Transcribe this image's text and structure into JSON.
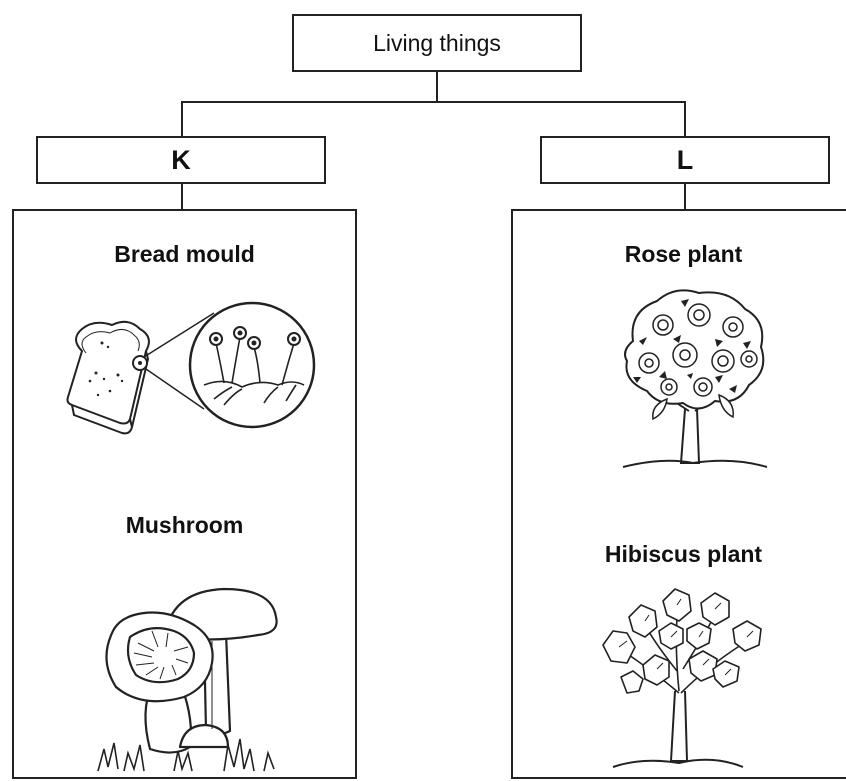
{
  "root": {
    "label": "Living things"
  },
  "groups": [
    {
      "label": "K",
      "items": [
        {
          "name": "Bread mould",
          "icon": "bread-mould-icon"
        },
        {
          "name": "Mushroom",
          "icon": "mushroom-icon"
        }
      ]
    },
    {
      "label": "L",
      "items": [
        {
          "name": "Rose plant",
          "icon": "rose-plant-icon"
        },
        {
          "name": "Hibiscus plant",
          "icon": "hibiscus-plant-icon"
        }
      ]
    }
  ]
}
